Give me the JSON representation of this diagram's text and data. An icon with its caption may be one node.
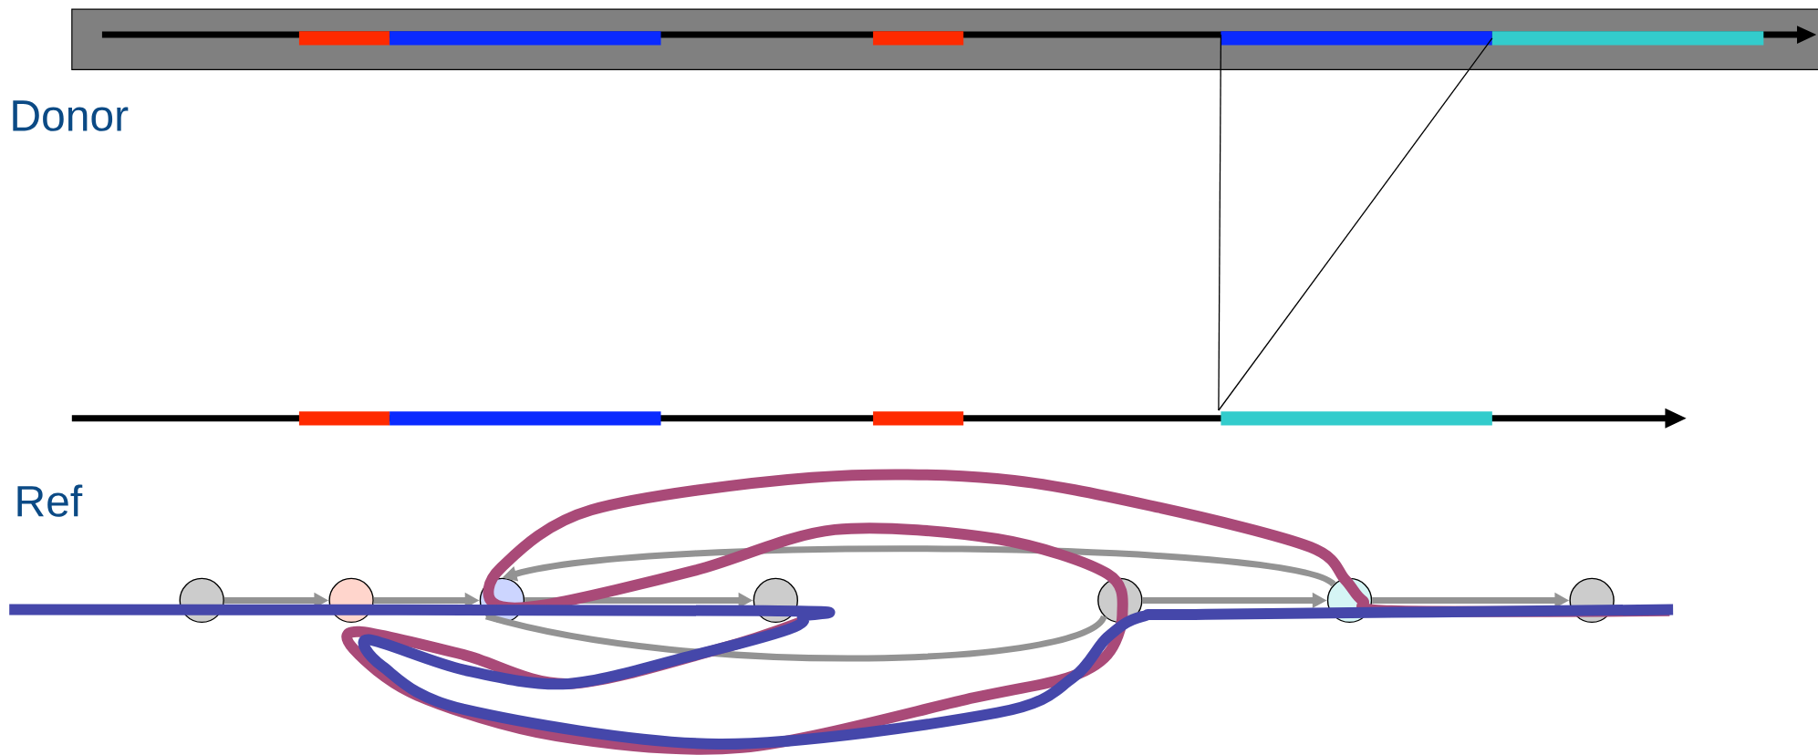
{
  "diagram": {
    "nodes": [
      {
        "text": [],
        "shape": "circle"
      },
      {
        "text": [],
        "shape": "circle"
      },
      {
        "text": [],
        "shape": "circle"
      },
      {
        "text": [],
        "shape": "circle"
      },
      {
        "text": [],
        "shape": "circle"
      },
      {
        "text": [],
        "shape": "circle"
      },
      {
        "text": [],
        "shape": "circle"
      }
    ],
    "edges": [
      {
        "from": 0,
        "to": 1,
        "arrow": "to"
      },
      {
        "from": 1,
        "to": 2,
        "arrow": "to"
      },
      {
        "from": 2,
        "to": 3,
        "arrow": "to"
      },
      {
        "from": 4,
        "to": 5,
        "arrow": "to"
      },
      {
        "from": 5,
        "to": 6,
        "arrow": "to"
      },
      {
        "from": 5,
        "to": 2,
        "arrow": "to"
      },
      {
        "from": 2,
        "to": 4,
        "arrow": "none"
      }
    ],
    "labels": [
      "Donor",
      "Ref"
    ]
  }
}
